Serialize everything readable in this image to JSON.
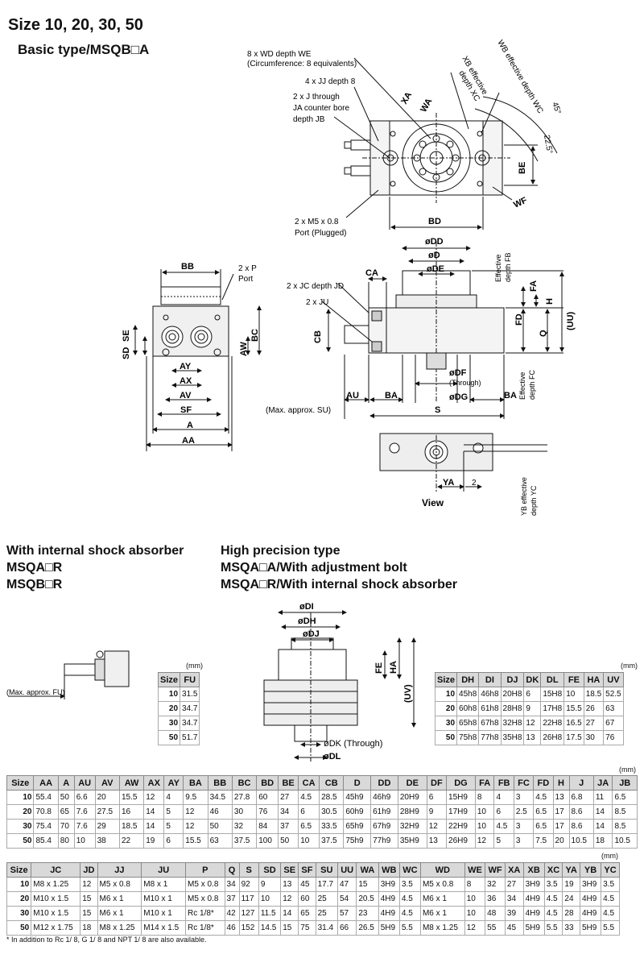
{
  "title": "Size 10, 20, 30, 50",
  "subtitle": "Basic type/MSQB□A",
  "drawing1": {
    "wd": "8 x WD depth WE",
    "wd_note": "(Circumference: 8 equivalents)",
    "jj": "4 x JJ depth 8",
    "j1": "2 x J through",
    "j2": "JA counter bore",
    "j3": "depth JB",
    "xa": "XA",
    "wa": "WA",
    "xb1": "XB effective",
    "xb2": "depth XC",
    "wb1": "WB effective depth WC",
    "ang45": "45°",
    "ang22": "22.5°",
    "be": "BE",
    "wf": "WF",
    "bd": "BD",
    "m5a": "2 x M5 x 0.8",
    "m5b": "Port (Plugged)"
  },
  "drawing2": {
    "bb": "BB",
    "p": "2 x P",
    "port": "Port",
    "sd": "SD",
    "se": "SE",
    "aw": "AW",
    "bc": "BC",
    "ay": "AY",
    "ax": "AX",
    "av": "AV",
    "sf": "SF",
    "a": "A",
    "aa": "AA"
  },
  "drawing3": {
    "dd": "øDD",
    "d": "øD",
    "de": "øDE",
    "ca": "CA",
    "jc": "2 x JC depth JD",
    "ju": "2 x JU",
    "fb1": "Effective",
    "fb2": "depth FB",
    "fa": "FA",
    "h": "H",
    "fd": "FD",
    "q": "Q",
    "uu": "(UU)",
    "cb": "CB",
    "df": "øDF",
    "through": "(Through)",
    "dg": "øDG",
    "au": "AU",
    "ba": "BA",
    "ba2": "BA",
    "s": "S",
    "su": "(Max. approx. SU)",
    "fc1": "Effective",
    "fc2": "depth FC"
  },
  "drawing4": {
    "ya": "YA",
    "two": "2",
    "yb1": "YB effective",
    "yb2": "depth YC",
    "view": "View"
  },
  "sections": {
    "shock1": "With internal shock absorber",
    "shock2": "MSQA□R",
    "shock3": "MSQB□R",
    "hp1": "High precision type",
    "hp2": "MSQA□A/With adjustment bolt",
    "hp3": "MSQA□R/With internal shock absorber"
  },
  "drawing5": {
    "fu": "(Max. approx. FU)"
  },
  "drawing6": {
    "di": "øDI",
    "dh": "øDH",
    "dj": "øDJ",
    "fe": "FE",
    "ha": "HA",
    "uv": "(UV)",
    "dk": "øDK (Through)",
    "dl": "øDL"
  },
  "unit": "(mm)",
  "fu_table": {
    "headers": [
      "Size",
      "FU"
    ],
    "rows": [
      [
        "10",
        "31.5"
      ],
      [
        "20",
        "34.7"
      ],
      [
        "30",
        "34.7"
      ],
      [
        "50",
        "51.7"
      ]
    ]
  },
  "hp_table": {
    "headers": [
      "Size",
      "DH",
      "DI",
      "DJ",
      "DK",
      "DL",
      "FE",
      "HA",
      "UV"
    ],
    "rows": [
      [
        "10",
        "45h8",
        "46h8",
        "20H8",
        "6",
        "15H8",
        "10",
        "18.5",
        "52.5"
      ],
      [
        "20",
        "60h8",
        "61h8",
        "28H8",
        "9",
        "17H8",
        "15.5",
        "26",
        "63"
      ],
      [
        "30",
        "65h8",
        "67h8",
        "32H8",
        "12",
        "22H8",
        "16.5",
        "27",
        "67"
      ],
      [
        "50",
        "75h8",
        "77h8",
        "35H8",
        "13",
        "26H8",
        "17.5",
        "30",
        "76"
      ]
    ]
  },
  "table1": {
    "headers": [
      "Size",
      "AA",
      "A",
      "AU",
      "AV",
      "AW",
      "AX",
      "AY",
      "BA",
      "BB",
      "BC",
      "BD",
      "BE",
      "CA",
      "CB",
      "D",
      "DD",
      "DE",
      "DF",
      "DG",
      "FA",
      "FB",
      "FC",
      "FD",
      "H",
      "J",
      "JA",
      "JB"
    ],
    "rows": [
      [
        "10",
        "55.4",
        "50",
        "6.6",
        "20",
        "15.5",
        "12",
        "4",
        "9.5",
        "34.5",
        "27.8",
        "60",
        "27",
        "4.5",
        "28.5",
        "45h9",
        "46h9",
        "20H9",
        "6",
        "15H9",
        "8",
        "4",
        "3",
        "4.5",
        "13",
        "6.8",
        "11",
        "6.5"
      ],
      [
        "20",
        "70.8",
        "65",
        "7.6",
        "27.5",
        "16",
        "14",
        "5",
        "12",
        "46",
        "30",
        "76",
        "34",
        "6",
        "30.5",
        "60h9",
        "61h9",
        "28H9",
        "9",
        "17H9",
        "10",
        "6",
        "2.5",
        "6.5",
        "17",
        "8.6",
        "14",
        "8.5"
      ],
      [
        "30",
        "75.4",
        "70",
        "7.6",
        "29",
        "18.5",
        "14",
        "5",
        "12",
        "50",
        "32",
        "84",
        "37",
        "6.5",
        "33.5",
        "65h9",
        "67h9",
        "32H9",
        "12",
        "22H9",
        "10",
        "4.5",
        "3",
        "6.5",
        "17",
        "8.6",
        "14",
        "8.5"
      ],
      [
        "50",
        "85.4",
        "80",
        "10",
        "38",
        "22",
        "19",
        "6",
        "15.5",
        "63",
        "37.5",
        "100",
        "50",
        "10",
        "37.5",
        "75h9",
        "77h9",
        "35H9",
        "13",
        "26H9",
        "12",
        "5",
        "3",
        "7.5",
        "20",
        "10.5",
        "18",
        "10.5"
      ]
    ]
  },
  "table2": {
    "headers": [
      "Size",
      "JC",
      "JD",
      "JJ",
      "JU",
      "P",
      "Q",
      "S",
      "SD",
      "SE",
      "SF",
      "SU",
      "UU",
      "WA",
      "WB",
      "WC",
      "WD",
      "WE",
      "WF",
      "XA",
      "XB",
      "XC",
      "YA",
      "YB",
      "YC"
    ],
    "rows": [
      [
        "10",
        "M8 x 1.25",
        "12",
        "M5 x 0.8",
        "M8 x 1",
        "M5 x 0.8",
        "34",
        "92",
        "9",
        "13",
        "45",
        "17.7",
        "47",
        "15",
        "3H9",
        "3.5",
        "M5 x 0.8",
        "8",
        "32",
        "27",
        "3H9",
        "3.5",
        "19",
        "3H9",
        "3.5"
      ],
      [
        "20",
        "M10 x 1.5",
        "15",
        "M6 x 1",
        "M10 x 1",
        "M5 x 0.8",
        "37",
        "117",
        "10",
        "12",
        "60",
        "25",
        "54",
        "20.5",
        "4H9",
        "4.5",
        "M6 x 1",
        "10",
        "36",
        "34",
        "4H9",
        "4.5",
        "24",
        "4H9",
        "4.5"
      ],
      [
        "30",
        "M10 x 1.5",
        "15",
        "M6 x 1",
        "M10 x 1",
        "Rc 1/8*",
        "42",
        "127",
        "11.5",
        "14",
        "65",
        "25",
        "57",
        "23",
        "4H9",
        "4.5",
        "M6 x 1",
        "10",
        "48",
        "39",
        "4H9",
        "4.5",
        "28",
        "4H9",
        "4.5"
      ],
      [
        "50",
        "M12 x 1.75",
        "18",
        "M8 x 1.25",
        "M14 x 1.5",
        "Rc 1/8*",
        "46",
        "152",
        "14.5",
        "15",
        "75",
        "31.4",
        "66",
        "26.5",
        "5H9",
        "5.5",
        "M8 x 1.25",
        "12",
        "55",
        "45",
        "5H9",
        "5.5",
        "33",
        "5H9",
        "5.5"
      ]
    ]
  },
  "footnote": "* In addition to Rc 1/ 8, G 1/ 8 and NPT 1/ 8 are also available."
}
